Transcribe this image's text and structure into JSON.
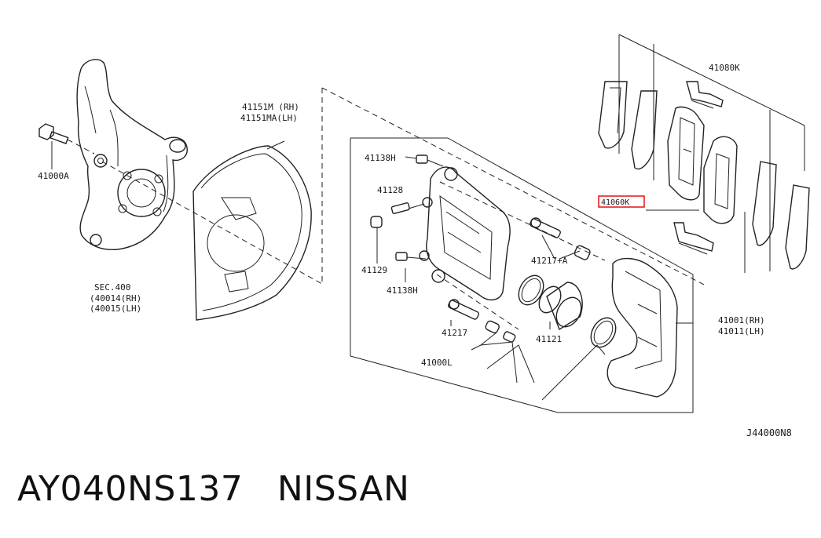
{
  "labels": {
    "knuckle_bolt": "41000A",
    "knuckle_sec": "SEC.400",
    "knuckle_rh": "(40014(RH)",
    "knuckle_lh": "(40015(LH)",
    "plate_rh": "41151M (RH)",
    "plate_lh": "41151MA(LH)",
    "bolt_top": "41138H",
    "bleeder": "41128",
    "cap": "41129",
    "bolt_bottom": "41138H",
    "pin_top": "41217+A",
    "pin_bottom": "41217",
    "piston": "41121",
    "caliper_assy": "41000L",
    "bracket_rh": "41001(RH)",
    "bracket_lh": "41011(LH)",
    "pad_kit": "41080K",
    "pad_set": "41060K"
  },
  "reference_code": "J44000N8",
  "footer": {
    "part_number": "AY040NS137",
    "brand": "NISSAN"
  },
  "colors": {
    "highlight": "#e00000",
    "line": "#222222"
  }
}
